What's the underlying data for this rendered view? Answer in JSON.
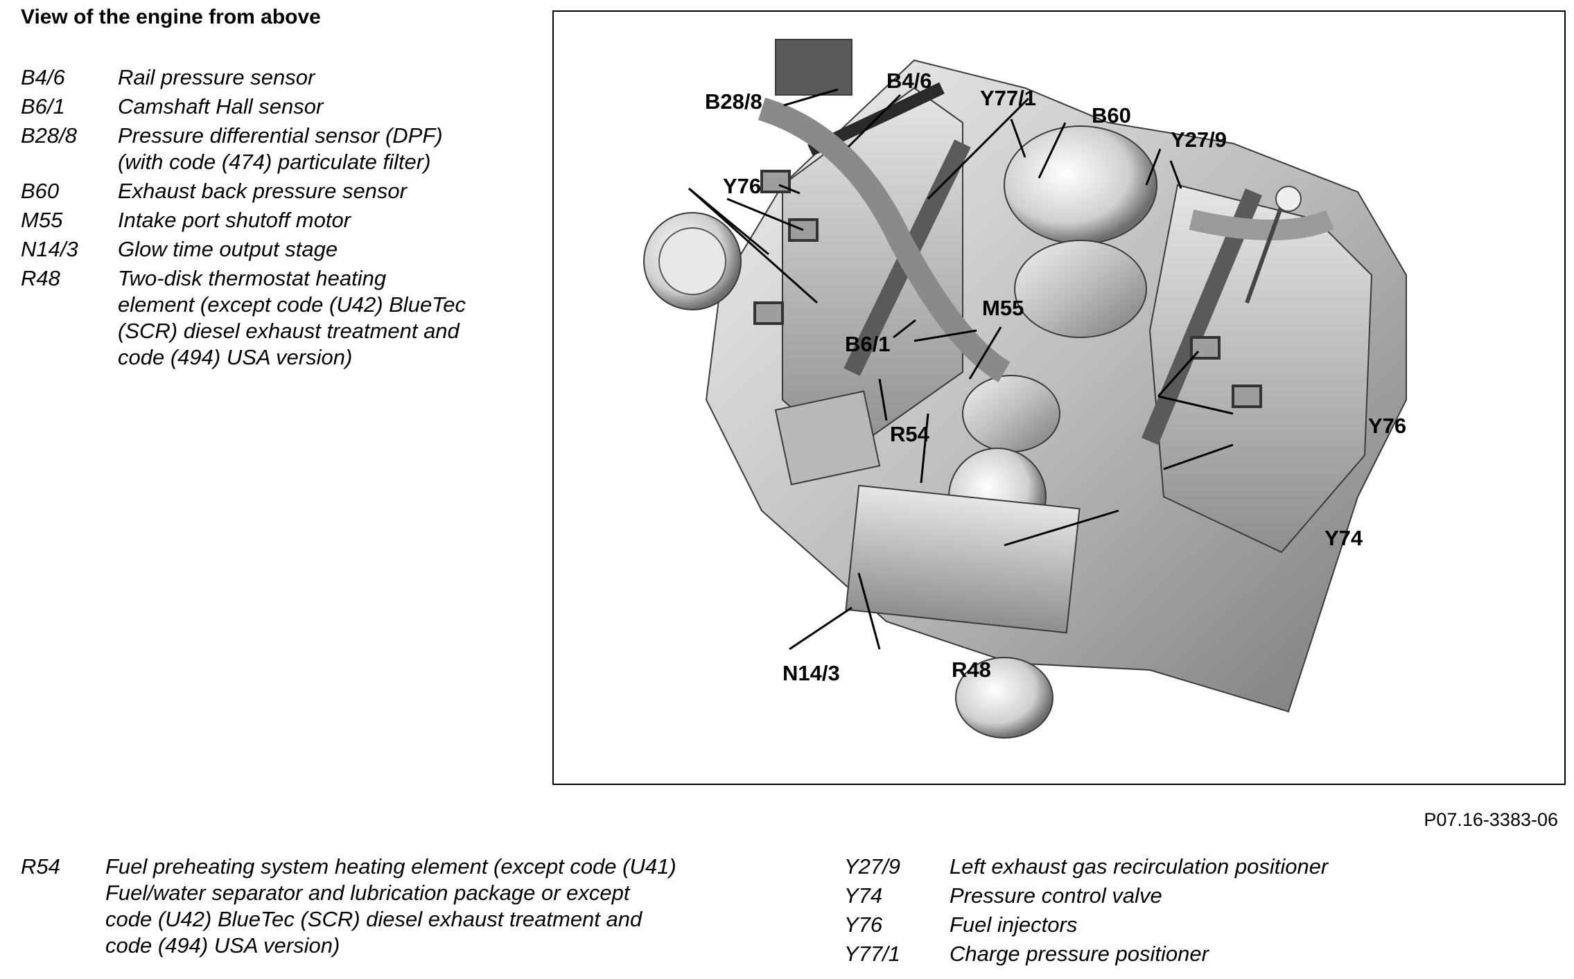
{
  "title": "View of the engine from above",
  "legend_top": [
    {
      "code": "B4/6",
      "lines": [
        "Rail pressure sensor"
      ]
    },
    {
      "code": "B6/1",
      "lines": [
        "Camshaft Hall sensor"
      ]
    },
    {
      "code": "B28/8",
      "lines": [
        "Pressure differential sensor (DPF)",
        "(with code (474) particulate filter)"
      ]
    },
    {
      "code": "B60",
      "lines": [
        "Exhaust back pressure sensor"
      ]
    },
    {
      "code": "M55",
      "lines": [
        "Intake port shutoff motor"
      ]
    },
    {
      "code": "N14/3",
      "lines": [
        "Glow time output stage"
      ]
    },
    {
      "code": "R48",
      "lines": [
        "Two-disk thermostat heating",
        "element (except code (U42) BlueTec",
        "(SCR) diesel exhaust treatment and",
        "code (494) USA version)"
      ]
    }
  ],
  "legend_bottom_left": [
    {
      "code": "R54",
      "lines": [
        "Fuel preheating system heating element (except code (U41)",
        "Fuel/water separator and lubrication package or except",
        "code (U42) BlueTec (SCR) diesel exhaust treatment and",
        "code (494) USA version)"
      ]
    }
  ],
  "legend_bottom_right": [
    {
      "code": "Y27/9",
      "lines": [
        "Left exhaust gas recirculation positioner"
      ]
    },
    {
      "code": "Y74",
      "lines": [
        "Pressure control valve"
      ]
    },
    {
      "code": "Y76",
      "lines": [
        "Fuel injectors"
      ]
    },
    {
      "code": "Y77/1",
      "lines": [
        "Charge pressure positioner"
      ]
    }
  ],
  "callouts": {
    "b28_8": "B28/8",
    "b4_6": "B4/6",
    "y77_1": "Y77/1",
    "b60": "B60",
    "y27_9": "Y27/9",
    "y76_left": "Y76",
    "m55": "M55",
    "b6_1": "B6/1",
    "r54": "R54",
    "y76_right": "Y76",
    "y74": "Y74",
    "n14_3": "N14/3",
    "r48": "R48"
  },
  "figure_reference": "P07.16-3383-06"
}
